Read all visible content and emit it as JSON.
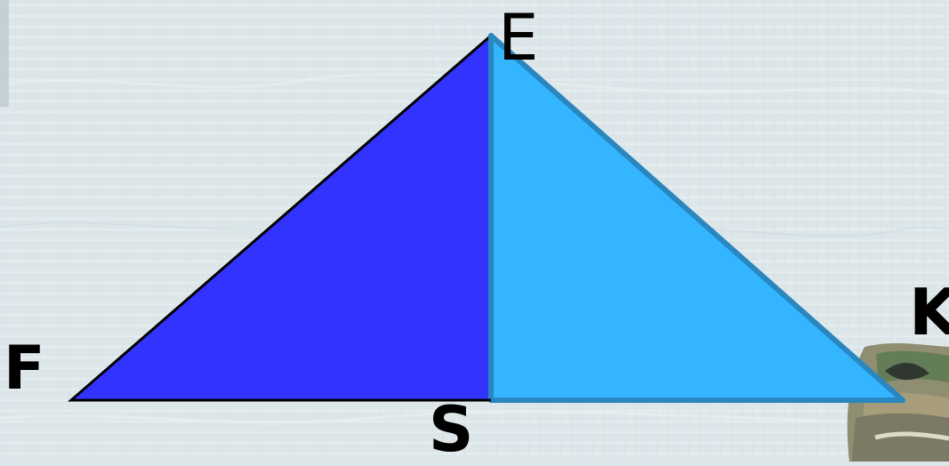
{
  "labels": {
    "e": "E",
    "f": "F",
    "s": "S",
    "k": "K"
  },
  "colors": {
    "background": "#dde7ea",
    "left_triangle_fill": "#3333ff",
    "right_triangle_fill": "#33b5ff",
    "right_triangle_stroke": "#2a86bf",
    "line": "#000000"
  }
}
